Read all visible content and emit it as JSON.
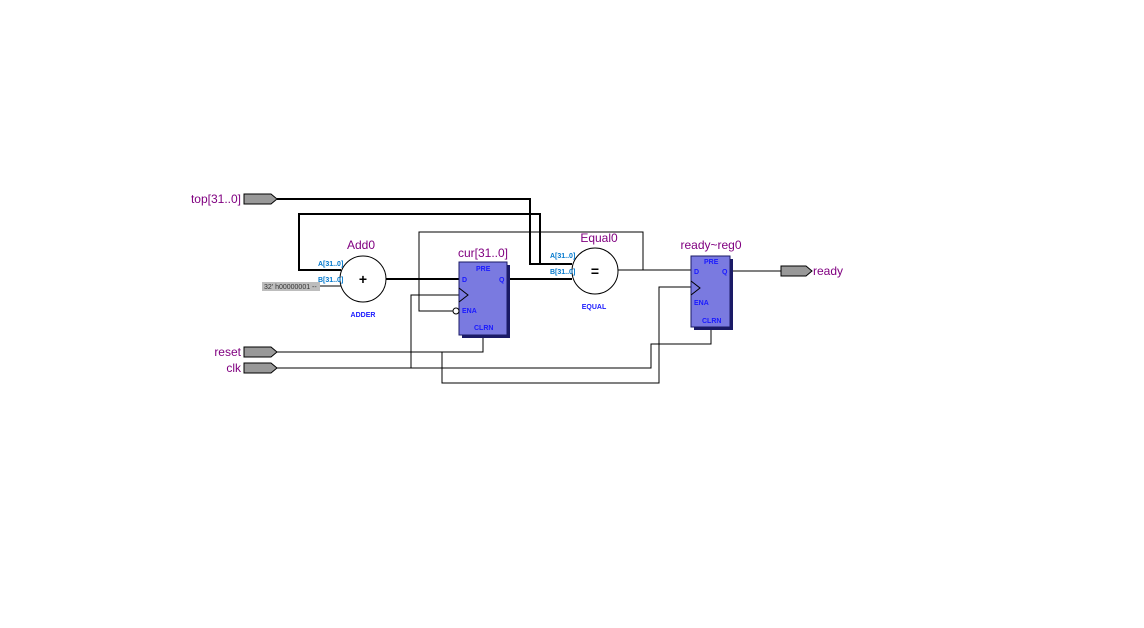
{
  "ports": {
    "top": "top[31..0]",
    "reset": "reset",
    "clk": "clk",
    "ready": "ready"
  },
  "adder": {
    "name": "Add0",
    "type": "ADDER",
    "op": "+",
    "pin_a": "A[31..0]",
    "pin_b": "B[31..0]"
  },
  "constant": "32' h00000001 --",
  "cur_reg": {
    "name": "cur[31..0]",
    "pre": "PRE",
    "d": "D",
    "q": "Q",
    "ena": "ENA",
    "clrn": "CLRN"
  },
  "comparator": {
    "name": "Equal0",
    "type": "EQUAL",
    "op": "=",
    "pin_a": "A[31..0]",
    "pin_b": "B[31..0]"
  },
  "ready_reg": {
    "name": "ready~reg0",
    "pre": "PRE",
    "d": "D",
    "q": "Q",
    "ena": "ENA",
    "clrn": "CLRN"
  },
  "colors": {
    "label": "#800080",
    "pin": "#1a1aff",
    "register_fill": "#7a7ae0",
    "port_fill": "#999999"
  }
}
